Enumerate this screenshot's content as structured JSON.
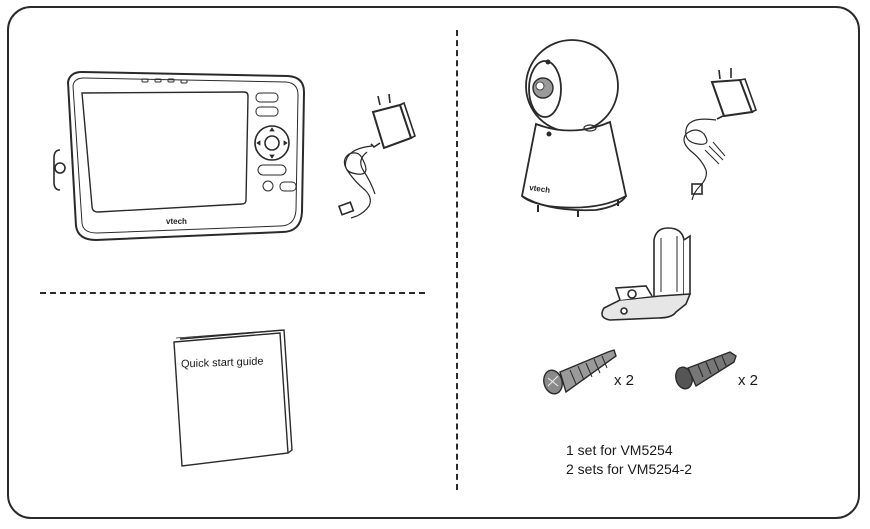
{
  "monitor_brand": "vtech",
  "camera_brand": "vtech",
  "booklet": {
    "title": "Quick start  guide"
  },
  "screws": {
    "quantity": "x 2"
  },
  "anchors": {
    "quantity": "x 2"
  },
  "set_notes": [
    "1 set for VM5254",
    "2 sets for VM5254-2"
  ],
  "colors": {
    "line": "#2a2a2a",
    "background": "#ffffff"
  }
}
